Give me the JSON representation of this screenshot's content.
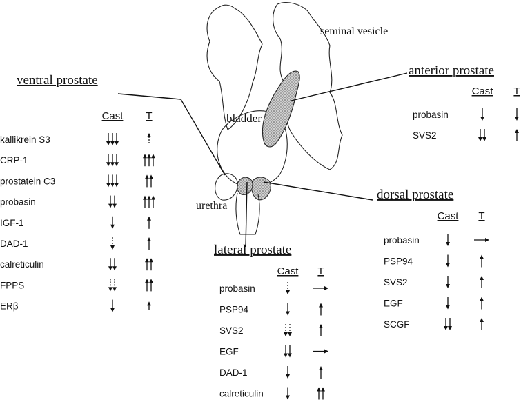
{
  "anatomy": {
    "seminal_vesicle": "seminal vesicle",
    "bladder": "bladder",
    "urethra": "urethra"
  },
  "columns": {
    "cast": "Cast",
    "t": "T"
  },
  "panels": [
    {
      "id": "ventral",
      "title": "ventral prostate",
      "genes": [
        {
          "name": "kallikrein S3",
          "cast": "3d",
          "t": "1u-d"
        },
        {
          "name": "CRP-1",
          "cast": "3d",
          "t": "3u"
        },
        {
          "name": "prostatein C3",
          "cast": "3d",
          "t": "2u"
        },
        {
          "name": "probasin",
          "cast": "2d",
          "t": "3u"
        },
        {
          "name": "IGF-1",
          "cast": "1d",
          "t": "1u"
        },
        {
          "name": "DAD-1",
          "cast": "1d-d",
          "t": "1u"
        },
        {
          "name": "calreticulin",
          "cast": "2d",
          "t": "2u"
        },
        {
          "name": "FPPS",
          "cast": "2d-d",
          "t": "2u"
        },
        {
          "name": "ERβ",
          "cast": "1d",
          "t": "1u-s"
        }
      ]
    },
    {
      "id": "anterior",
      "title": "anterior prostate",
      "genes": [
        {
          "name": "probasin",
          "cast": "1d",
          "t": "1d"
        },
        {
          "name": "SVS2",
          "cast": "2d",
          "t": "1u"
        }
      ]
    },
    {
      "id": "dorsal",
      "title": "dorsal prostate",
      "genes": [
        {
          "name": "probasin",
          "cast": "1d",
          "t": "r"
        },
        {
          "name": "PSP94",
          "cast": "1d",
          "t": "1u"
        },
        {
          "name": "SVS2",
          "cast": "1d",
          "t": "1u"
        },
        {
          "name": "EGF",
          "cast": "1d",
          "t": "1u"
        },
        {
          "name": "SCGF",
          "cast": "2d",
          "t": "1u"
        }
      ]
    },
    {
      "id": "lateral",
      "title": "lateral prostate",
      "genes": [
        {
          "name": "probasin",
          "cast": "1d-d",
          "t": "r"
        },
        {
          "name": "PSP94",
          "cast": "1d",
          "t": "1u"
        },
        {
          "name": "SVS2",
          "cast": "2d-d",
          "t": "1u"
        },
        {
          "name": "EGF",
          "cast": "2d",
          "t": "r"
        },
        {
          "name": "DAD-1",
          "cast": "1d",
          "t": "1u"
        },
        {
          "name": "calreticulin",
          "cast": "1d",
          "t": "2u"
        }
      ]
    }
  ]
}
